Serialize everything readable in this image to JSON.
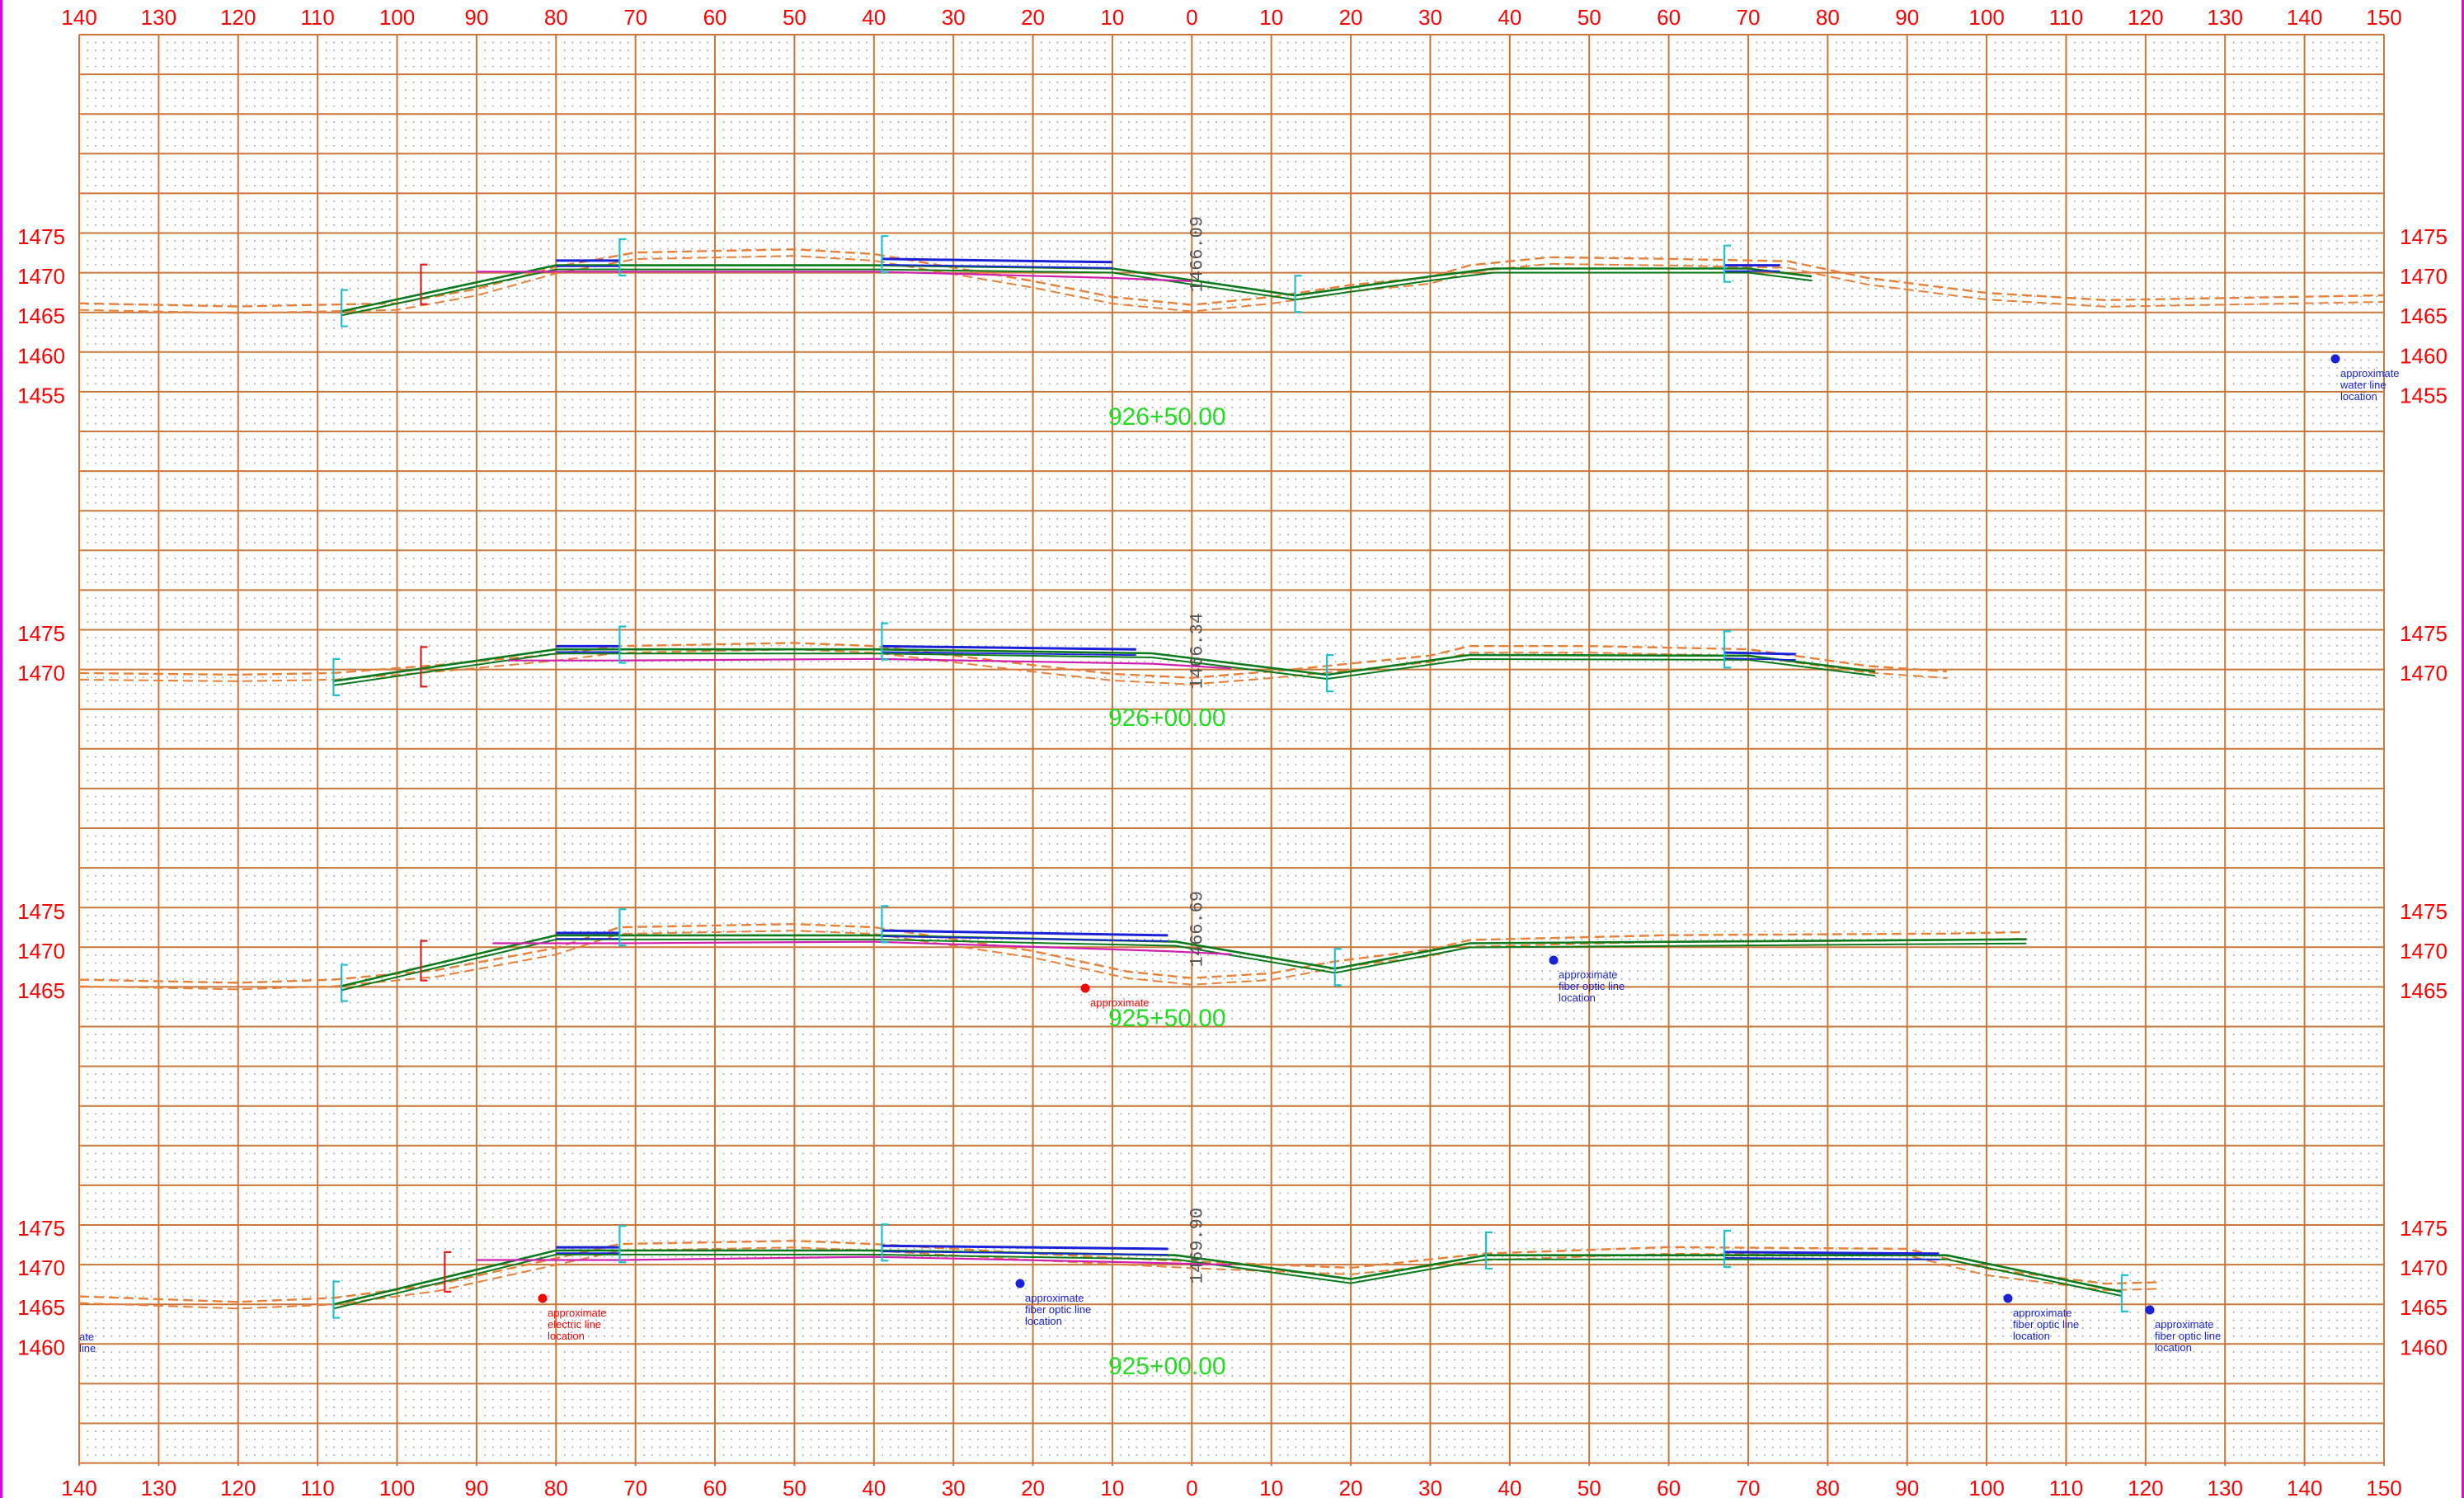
{
  "sheet": {
    "colors": {
      "grid": "#c8763a",
      "offset_label": "#ff0000",
      "elevation_label": "#ff0000",
      "station_label": "#22dd22",
      "existing_ground": "#e8803a",
      "proposed_grade": "#0a7a1a",
      "pavement": "#1a22d8",
      "subgrade": "#d020b0",
      "bracket": "#20c0d0",
      "elevation_readout": "#555555",
      "fiber_note": "#1a22d8",
      "electric_note": "#ff0000",
      "frame_edge": "#e000e0"
    },
    "offset_labels": [
      "140",
      "130",
      "120",
      "110",
      "100",
      "90",
      "80",
      "70",
      "60",
      "50",
      "40",
      "30",
      "20",
      "10",
      "0",
      "10",
      "20",
      "30",
      "40",
      "50",
      "60",
      "70",
      "80",
      "90",
      "100",
      "110",
      "120",
      "130",
      "140",
      "150"
    ],
    "sections": [
      {
        "station": "926+50.00",
        "elevation_readout": "1466.09",
        "elevations": [
          "1475",
          "1470",
          "1465",
          "1460",
          "1455"
        ],
        "notes": [
          {
            "kind": "water",
            "lines": [
              "approximate",
              "water line",
              "location"
            ]
          }
        ]
      },
      {
        "station": "926+00.00",
        "elevation_readout": "1466.34",
        "elevations": [
          "1475",
          "1470"
        ],
        "notes": []
      },
      {
        "station": "925+50.00",
        "elevation_readout": "1466.69",
        "elevations": [
          "1475",
          "1470",
          "1465"
        ],
        "notes": [
          {
            "kind": "electric",
            "lines": [
              "approximate"
            ]
          },
          {
            "kind": "fiber",
            "lines": [
              "approximate",
              "fiber optic line",
              "location"
            ]
          }
        ]
      },
      {
        "station": "925+00.00",
        "elevation_readout": "1469.90",
        "elevations": [
          "1475",
          "1470",
          "1465",
          "1460"
        ],
        "notes": [
          {
            "kind": "partial",
            "lines": [
              "ate",
              "line"
            ]
          },
          {
            "kind": "electric",
            "lines": [
              "approximate",
              "electric line",
              "location"
            ]
          },
          {
            "kind": "fiber",
            "lines": [
              "approximate",
              "fiber optic line",
              "location"
            ]
          },
          {
            "kind": "fiber",
            "lines": [
              "approximate",
              "fiber optic line",
              "location"
            ]
          },
          {
            "kind": "fiber",
            "lines": [
              "approximate",
              "fiber optic line",
              "location"
            ]
          }
        ]
      }
    ]
  }
}
